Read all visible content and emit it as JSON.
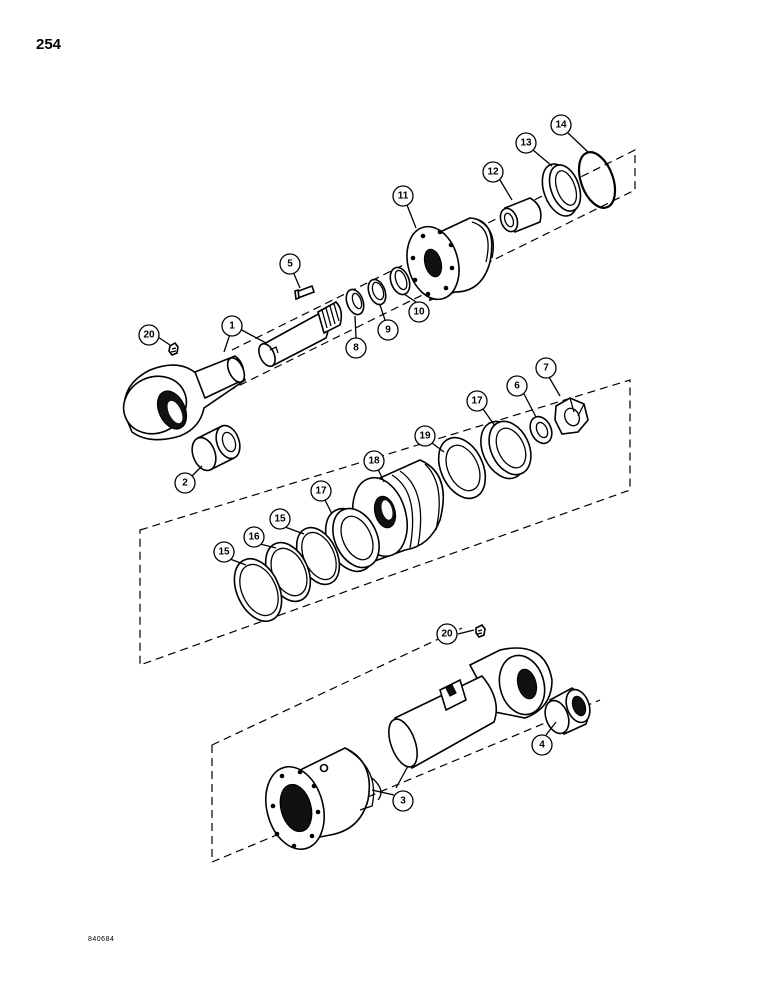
{
  "page": {
    "number": "254",
    "drawing_code": "840684"
  },
  "callouts": {
    "c1": "1",
    "c2": "2",
    "c3": "3",
    "c4": "4",
    "c5": "5",
    "c6": "6",
    "c7": "7",
    "c8": "8",
    "c9": "9",
    "c10": "10",
    "c11": "11",
    "c12": "12",
    "c13": "13",
    "c14": "14",
    "c15a": "15",
    "c15b": "15",
    "c16": "16",
    "c17a": "17",
    "c17b": "17",
    "c18": "18",
    "c19": "19",
    "c20a": "20",
    "c20b": "20"
  }
}
